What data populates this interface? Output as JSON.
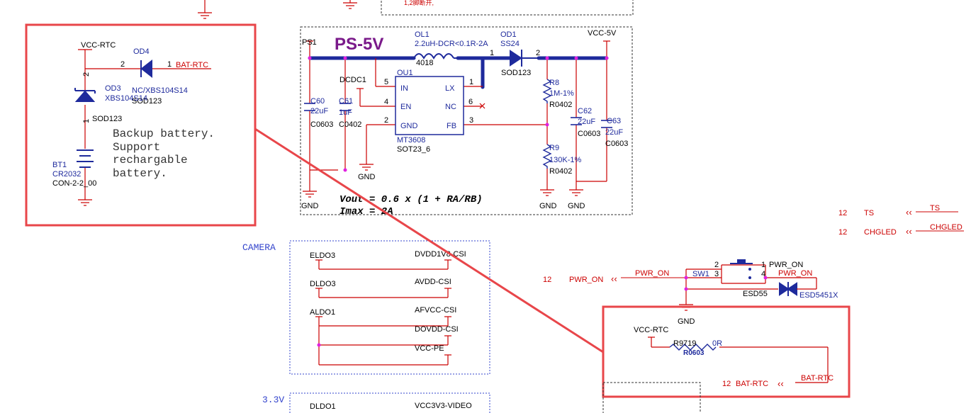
{
  "top_fragment": {
    "text": "1,2脚断开,"
  },
  "backup_box": {
    "vcc_rtc": "VCC-RTC",
    "od4": "OD4",
    "od4_pin2": "2",
    "od4_pin1": "1",
    "bat_rtc": "BAT-RTC",
    "od4_part": "NC/XBS104S14",
    "od4_pkg": "SOD123",
    "od3": "OD3",
    "od3_part": "XBS104S14",
    "od3_pin2": "2",
    "od3_pin1": "1",
    "od3_pkg": "SOD123",
    "note_line1": "Backup battery.",
    "note_line2": "Support",
    "note_line3": "rechargable",
    "note_line4": "battery.",
    "bt1": "BT1",
    "bt1_type": "CR2032",
    "bt1_pkg": "CON-2-2_00"
  },
  "ps5v": {
    "title": "PS-5V",
    "ps1": "PS1",
    "ol1": "OL1",
    "ol1_spec": "2.2uH-DCR<0.1R-2A",
    "ol1_pkg": "4018",
    "od1": "OD1",
    "od1_part": "SS24",
    "od1_pkg": "SOD123",
    "od1_pin1": "1",
    "od1_pin2": "2",
    "vcc5v": "VCC-5V",
    "dcdc1": "DCDC1",
    "ou1": "OU1",
    "pin_in": "IN",
    "pin_en": "EN",
    "pin_gnd": "GND",
    "pin_lx": "LX",
    "pin_nc": "NC",
    "pin_fb": "FB",
    "pin5": "5",
    "pin4": "4",
    "pin2": "2",
    "pin1": "1",
    "pin6": "6",
    "pin3": "3",
    "ic_part": "MT3608",
    "ic_pkg": "SOT23_6",
    "c60": "C60",
    "c60_val": "22uF",
    "c60_pkg": "C0603",
    "c61": "C61",
    "c61_val": "1uF",
    "c61_pkg": "C0402",
    "r8": "R8",
    "r8_val": "1M-1%",
    "r8_pkg": "R0402",
    "r9": "R9",
    "r9_val": "130K-1%",
    "r9_pkg": "R0402",
    "c62": "C62",
    "c62_val": "22uF",
    "c62_pkg": "C0603",
    "c63": "C63",
    "c63_val": "22uF",
    "c63_pkg": "C0603",
    "gnd": "GND",
    "formula1": "Vout = 0.6 x (1 + RA/RB)",
    "formula2": "Imax = 2A"
  },
  "camera": {
    "title": "CAMERA",
    "eldo3": "ELDO3",
    "dvdd": "DVDD1V8-CSI",
    "dldo3": "DLDO3",
    "avdd": "AVDD-CSI",
    "aldo1": "ALDO1",
    "afvcc": "AFVCC-CSI",
    "dovdd": "DOVDD-CSI",
    "vccpe": "VCC-PE"
  },
  "v33": {
    "title": "3.3V",
    "dldo1": "DLDO1",
    "vcc3v3": "VCC3V3-VIDEO"
  },
  "right_nets": {
    "ts_num": "12",
    "ts_label": "TS",
    "ts_net": "TS",
    "chgled_num": "12",
    "chgled_label": "CHGLED",
    "chgled_net": "CHGLED",
    "pwr_num": "12",
    "pwr_label": "PWR_ON",
    "pwr_net": "PWR_ON"
  },
  "switch": {
    "sw1": "SW1",
    "pin2": "2",
    "pin1": "1",
    "pin3": "3",
    "pin4": "4",
    "pwr_on_top": "PWR_ON",
    "pwr_on_side": "PWR_ON",
    "esd55": "ESD55",
    "esd5451x": "ESD5451X",
    "gnd": "GND"
  },
  "rtc_box": {
    "vcc_rtc": "VCC-RTC",
    "r9719": "R9719",
    "r_val": "0R",
    "r_pkg": "R0603",
    "bat_num": "12",
    "bat_label": "BAT-RTC",
    "bat_net": "BAT-RTC"
  },
  "colors": {
    "wire": "#cc0000",
    "bus": "#1e2a9c",
    "highlight": "#e8464a",
    "component": "#1e2a9c",
    "title": "#7a1a8a",
    "net_text": "#cc0000",
    "dotted_border": "#333333",
    "camera_border": "#3344cc"
  }
}
